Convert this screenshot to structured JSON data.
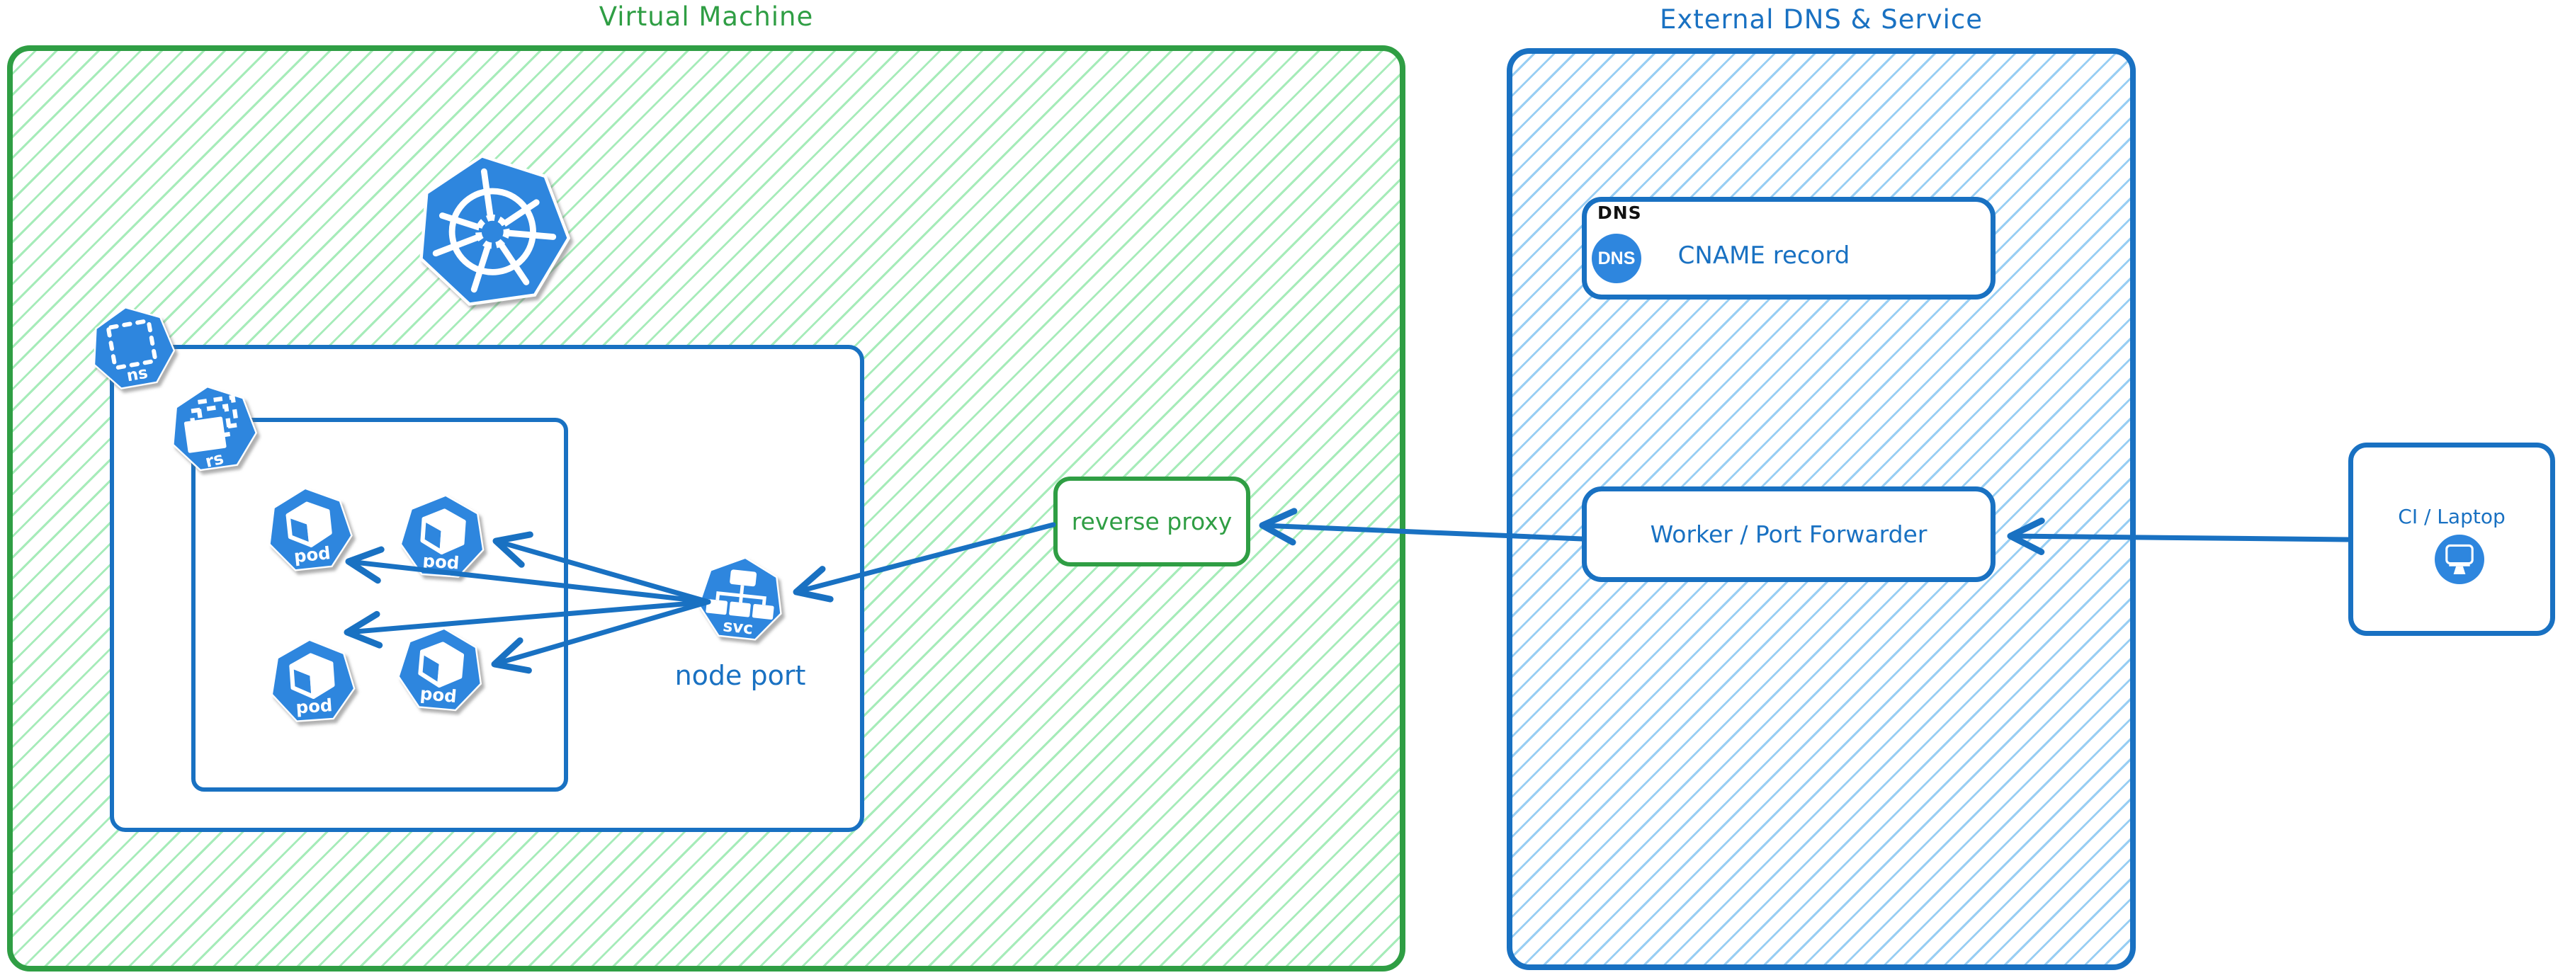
{
  "vm": {
    "title": "Virtual Machine",
    "kubernetes_icon": "kubernetes-logo",
    "namespace_icon_label": "ns",
    "replicaset_icon_label": "rs",
    "pods": [
      {
        "label": "pod"
      },
      {
        "label": "pod"
      },
      {
        "label": "pod"
      },
      {
        "label": "pod"
      }
    ],
    "service": {
      "icon_label": "svc",
      "caption": "node port"
    },
    "reverse_proxy_label": "reverse proxy"
  },
  "external": {
    "title": "External DNS & Service",
    "dns": {
      "tag": "DNS",
      "badge_text": "DNS",
      "record_label": "CNAME record"
    },
    "worker_label": "Worker / Port Forwarder"
  },
  "client": {
    "label": "CI / Laptop"
  },
  "connections": [
    {
      "from": "node-port-service",
      "to": "pod-1",
      "style": "arrow"
    },
    {
      "from": "node-port-service",
      "to": "pod-2",
      "style": "arrow"
    },
    {
      "from": "node-port-service",
      "to": "pod-3",
      "style": "arrow"
    },
    {
      "from": "node-port-service",
      "to": "pod-4",
      "style": "arrow"
    },
    {
      "from": "reverse-proxy",
      "to": "node-port-service",
      "style": "arrow"
    },
    {
      "from": "worker-port-forwarder",
      "to": "reverse-proxy",
      "style": "arrow"
    },
    {
      "from": "ci-laptop",
      "to": "worker-port-forwarder",
      "style": "arrow"
    }
  ],
  "colors": {
    "green": "#2f9e44",
    "green_hatch": "#96e8ad",
    "blue": "#1971c2",
    "blue_hatch": "#8dc9f2",
    "icon_blue": "#2e86de",
    "text_black": "#111111"
  }
}
